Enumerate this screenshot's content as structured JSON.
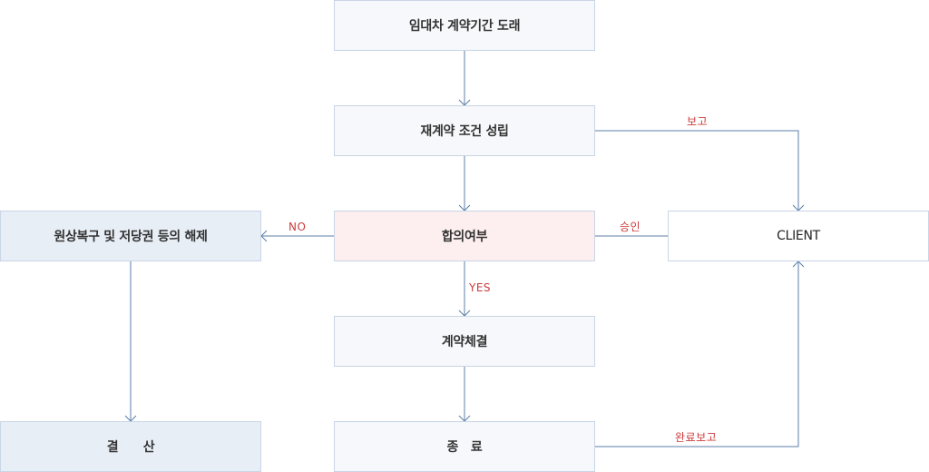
{
  "diagram": {
    "nodes": {
      "lease_request": "임대차 계약기간 도래",
      "renewal_terms": "재계약 조건 성립",
      "agreement": "합의여부",
      "contract": "계약체결",
      "end": "종   료",
      "restore": "원상복구 및 저당권 등의 해제",
      "settlement": "결      산",
      "client": "CLIENT"
    },
    "edge_labels": {
      "report": "보고",
      "approval": "승인",
      "no": "NO",
      "yes": "YES",
      "complete_report": "완료보고"
    },
    "colors": {
      "line": "#5c7fa8",
      "label": "#cc3b3b",
      "node_border": "#c9d5e6",
      "node_fill_light": "#f6f8fb",
      "node_fill_blue": "#e8eef6",
      "node_fill_pink": "#fdefef"
    }
  }
}
